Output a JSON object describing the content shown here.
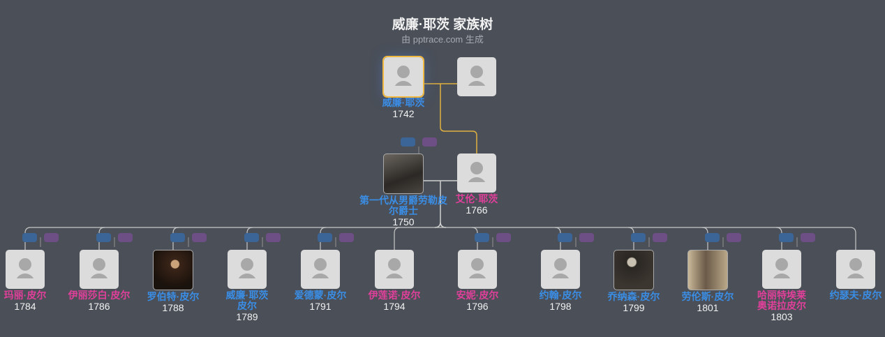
{
  "header": {
    "title": "威廉·耶茨 家族树",
    "subtitle": "由 pptrace.com 生成"
  },
  "colors": {
    "male": "#3a8ee6",
    "female": "#e0409a",
    "selected_border": "#f0b840",
    "background": "#4a4f58"
  },
  "grandparents": [
    {
      "name": "威廉·耶茨",
      "year": "1742",
      "gender": "m",
      "selected": true
    },
    {
      "name": "",
      "year": "",
      "gender": "f"
    }
  ],
  "parents": [
    {
      "name": "第一代从男爵劳勒皮尔爵士",
      "year": "1750",
      "gender": "m",
      "photo": "portrait"
    },
    {
      "name": "艾伦·耶茨",
      "year": "1766",
      "gender": "f"
    }
  ],
  "children": [
    {
      "name": "玛丽·皮尔",
      "year": "1784",
      "gender": "f"
    },
    {
      "name": "伊丽莎白·皮尔",
      "year": "1786",
      "gender": "f"
    },
    {
      "name": "罗伯特·皮尔",
      "year": "1788",
      "gender": "m",
      "photo": "portrait"
    },
    {
      "name": "威廉·耶茨皮尔",
      "year": "1789",
      "gender": "m"
    },
    {
      "name": "爱德蒙·皮尔",
      "year": "1791",
      "gender": "m"
    },
    {
      "name": "伊莲诺·皮尔",
      "year": "1794",
      "gender": "f"
    },
    {
      "name": "安妮·皮尔",
      "year": "1796",
      "gender": "f"
    },
    {
      "name": "约翰·皮尔",
      "year": "1798",
      "gender": "m"
    },
    {
      "name": "乔纳森·皮尔",
      "year": "1799",
      "gender": "m",
      "photo": "portrait"
    },
    {
      "name": "劳伦斯·皮尔",
      "year": "1801",
      "gender": "m",
      "photo": "portrait"
    },
    {
      "name": "哈丽特埃莱奥诺拉皮尔",
      "year": "1803",
      "gender": "f"
    },
    {
      "name": "约瑟夫·皮尔",
      "year": "",
      "gender": "m"
    }
  ]
}
